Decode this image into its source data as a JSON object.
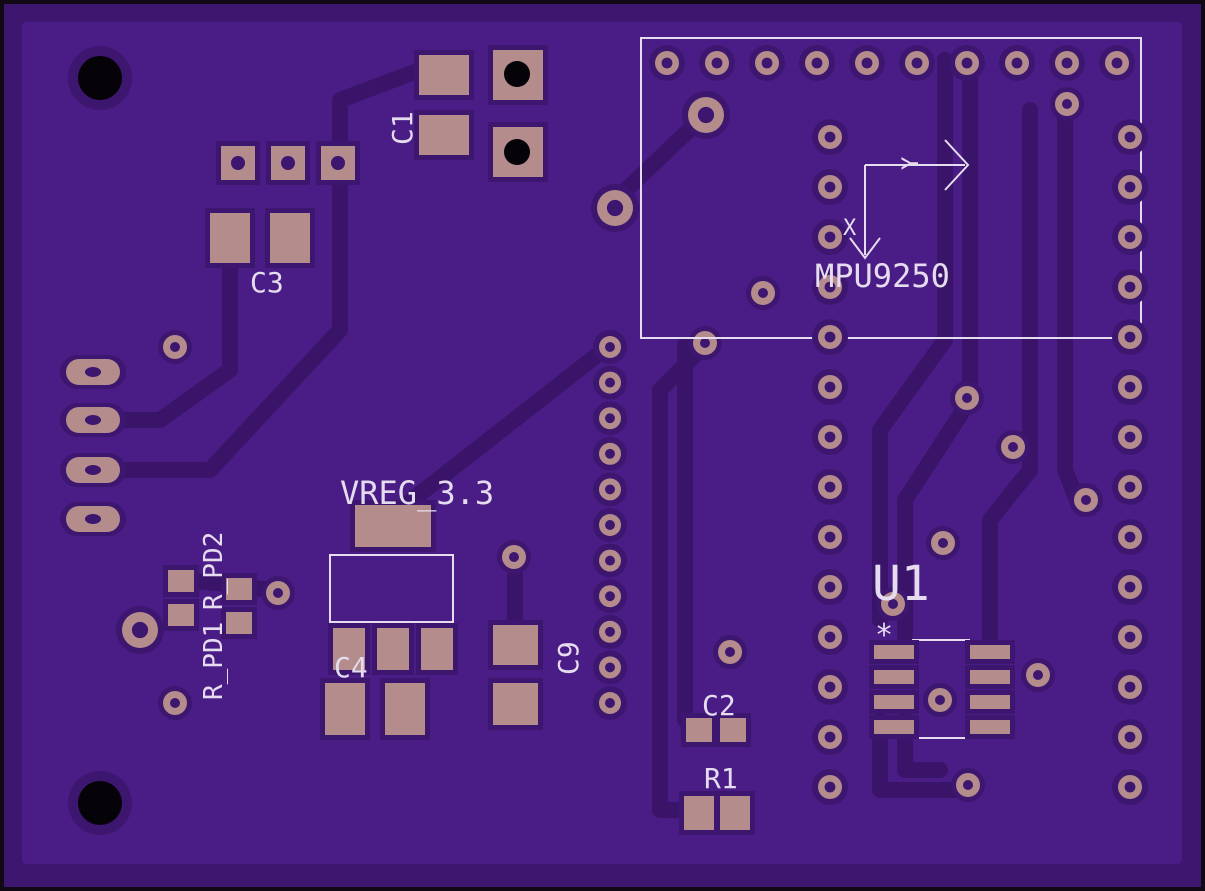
{
  "board": {
    "colors": {
      "edge": "#0f0a14",
      "substrate": "#3d1670",
      "copper_pour": "#4a1d86",
      "trace": "#3a1468",
      "pad": "#b48c8c",
      "pad_dark": "#9a7474",
      "drill": "#050208",
      "silkscreen": "#e6dcef"
    }
  },
  "labels": {
    "c1": "C1",
    "c3": "C3",
    "mpu": "MPU9250",
    "axis_y": "Y",
    "axis_x": "X",
    "vreg": "VREG_3.3",
    "c9": "C9",
    "c4": "C4",
    "u1": "U1",
    "u1_pin1": "*",
    "c2": "C2",
    "r1": "R1",
    "pd1": "R_PD1",
    "pd2": "R_PD2"
  }
}
